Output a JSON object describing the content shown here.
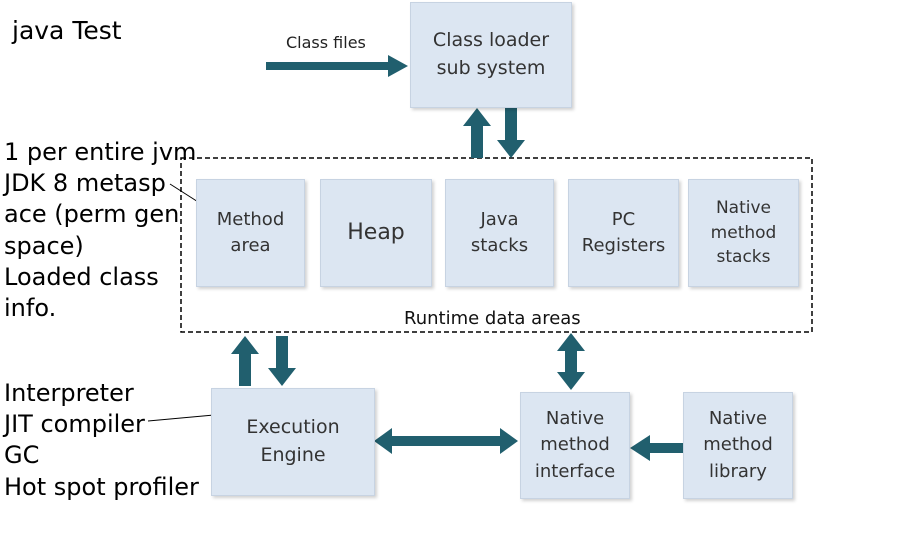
{
  "colors": {
    "arrow": "#215f6e",
    "box_fill": "#dce6f2",
    "text": "#333333"
  },
  "title": "java Test",
  "class_files_label": "Class files",
  "class_loader": "Class loader\nsub system",
  "runtime_label": "Runtime data areas",
  "runtime_areas": [
    {
      "label": "Method\narea"
    },
    {
      "label": "Heap"
    },
    {
      "label": "Java\nstacks"
    },
    {
      "label": "PC\nRegisters"
    },
    {
      "label": "Native\nmethod\nstacks"
    }
  ],
  "method_area_note": "1 per entire jvm\nJDK 8 metasp\nace (perm gen\nspace)\nLoaded class\ninfo.",
  "execution_engine": "Execution\nEngine",
  "execution_note": "Interpreter\nJIT compiler\nGC\nHot spot profiler",
  "native_interface": "Native\nmethod\ninterface",
  "native_library": "Native\nmethod\nlibrary"
}
